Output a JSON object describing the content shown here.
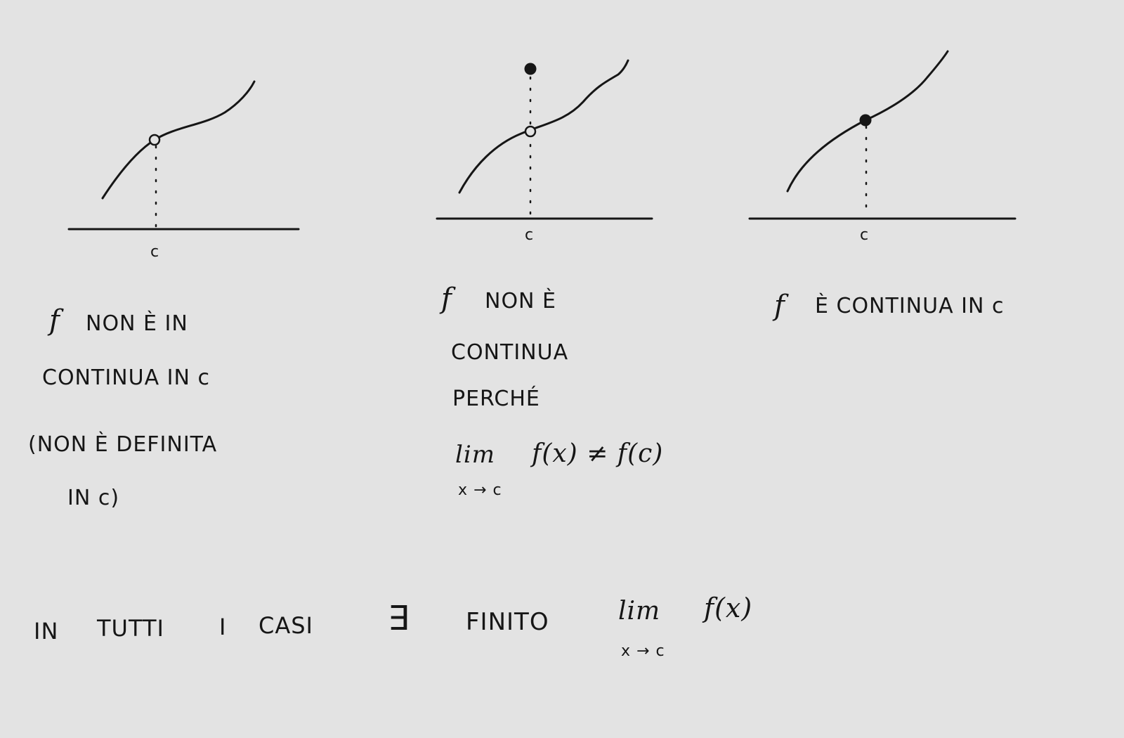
{
  "axis_label": "c",
  "panels": [
    {
      "caption_f": "f",
      "caption_lines": [
        "NON È IN",
        "CONTINUA IN c",
        "(NON È DEFINITA",
        "IN c)"
      ]
    },
    {
      "caption_f": "f",
      "caption_lines": [
        "NON È",
        "CONTINUA",
        "PERCHÉ"
      ],
      "formula": {
        "lim": "lim",
        "expr": "f(x) ≠ f(c)",
        "sub": "x → c"
      }
    },
    {
      "caption_f": "f",
      "caption_lines": [
        "È CONTINUA IN c"
      ]
    }
  ],
  "footer": {
    "text_1": "IN",
    "text_2": "TUTTI",
    "text_3": "I",
    "text_4": "CASI",
    "exists": "∃",
    "text_5": "FINITO",
    "lim": "lim",
    "expr": "f(x)",
    "sub": "x → c"
  },
  "colors": {
    "paper": "#e3e3e3",
    "ink": "#161616",
    "border": "#0b0b0b"
  }
}
